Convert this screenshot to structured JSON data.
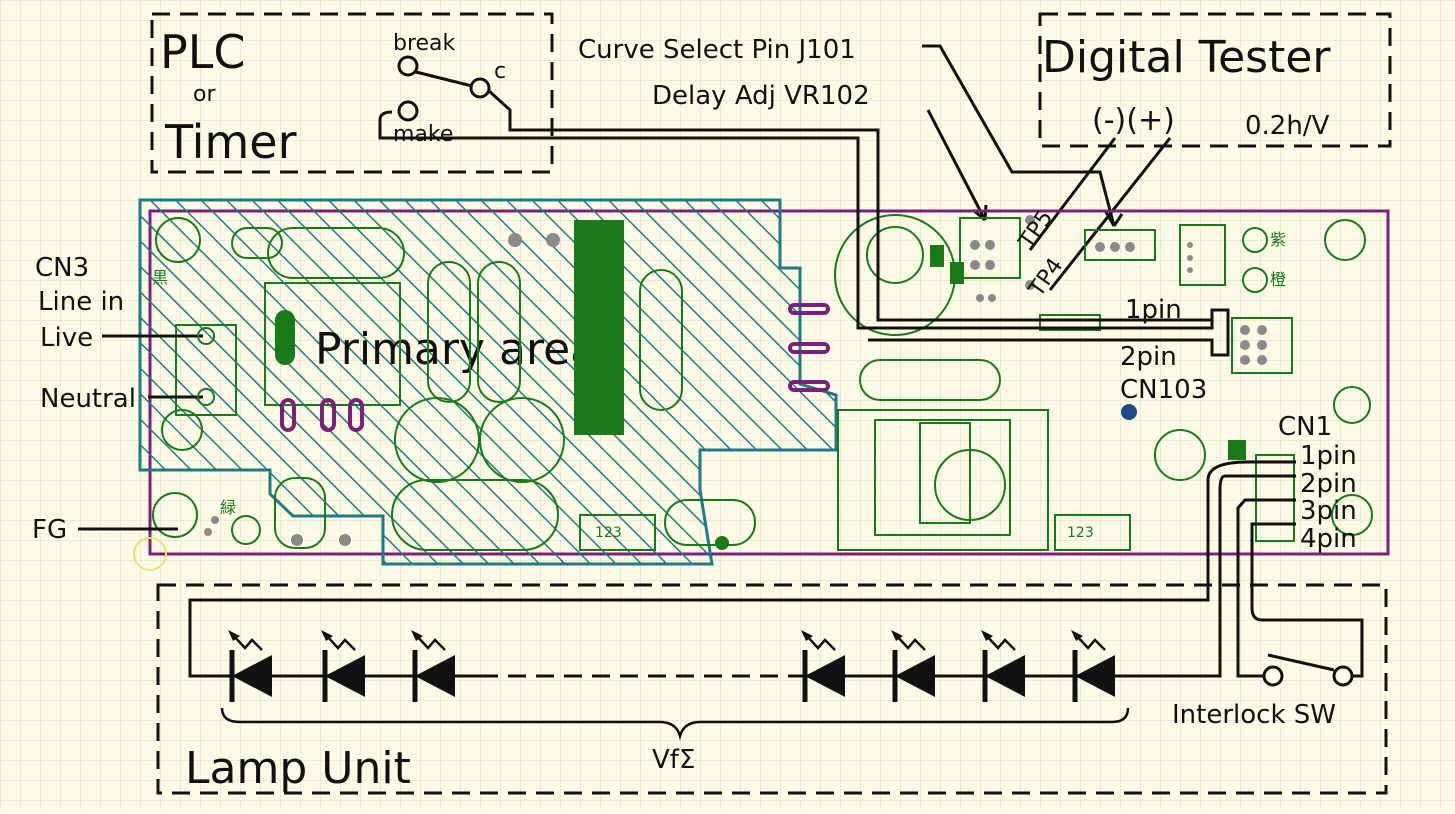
{
  "colors": {
    "background": "#fdfbe6",
    "grid": "#d9d9c8",
    "board_outline": "#7a1f7a",
    "primary_hatch": "#1f7a86",
    "copper_green": "#1a7a1a",
    "wire": "#111111"
  },
  "plc": {
    "title": "PLC",
    "or": "or",
    "timer": "Timer",
    "break": "break",
    "make": "make",
    "common": "c"
  },
  "callouts": {
    "curve_select": "Curve Select Pin J101",
    "delay_adj": "Delay Adj VR102"
  },
  "tester": {
    "title": "Digital Tester",
    "polarity": "(-)(+)",
    "scale": "0.2h/V"
  },
  "cn3": {
    "name": "CN3",
    "line_in": "Line in",
    "live": "Live",
    "neutral": "Neutral",
    "fg": "FG"
  },
  "board": {
    "primary_area": "Primary area",
    "tp5": "TP5",
    "tp4": "TP4",
    "cn103": "CN103",
    "cn103_pin1": "1pin",
    "cn103_pin2": "2pin",
    "cn1": "CN1",
    "cn1_pins": [
      "1pin",
      "2pin",
      "3pin",
      "4pin"
    ],
    "kanji_black": "黒",
    "kanji_green": "緑",
    "kanji_purple": "紫",
    "kanji_orange": "橙",
    "conn_123_a": "123",
    "conn_123_b": "123"
  },
  "lamp": {
    "title": "Lamp Unit",
    "vf": "VfΣ",
    "interlock": "Interlock SW"
  }
}
